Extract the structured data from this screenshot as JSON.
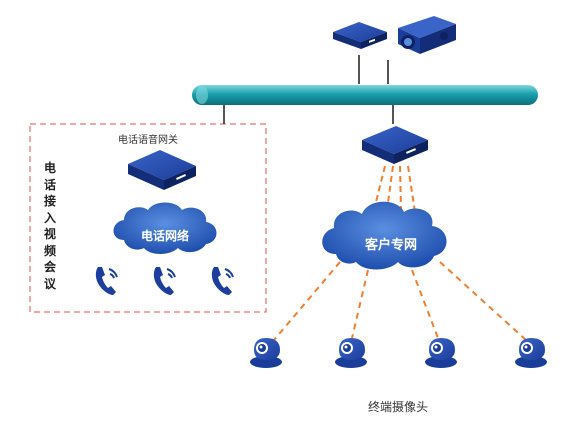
{
  "gateway_label": "电话语音网关",
  "telephone_access_label": "电话接入视频会议",
  "telephone_network_label": "电话网络",
  "customer_network_label": "客户专网",
  "terminal_camera_label": "终端摄像头",
  "colors": {
    "device_blue": "#1d3e9e",
    "backbone_teal": "#1aa0ad",
    "cloud_blue": "#2d5fc0",
    "dash_orange": "#f08030",
    "box_red": "#e05050"
  },
  "icons": [
    "server-icon",
    "projector-icon",
    "switch-icon",
    "gateway-icon",
    "phone-icon",
    "camera-icon"
  ]
}
